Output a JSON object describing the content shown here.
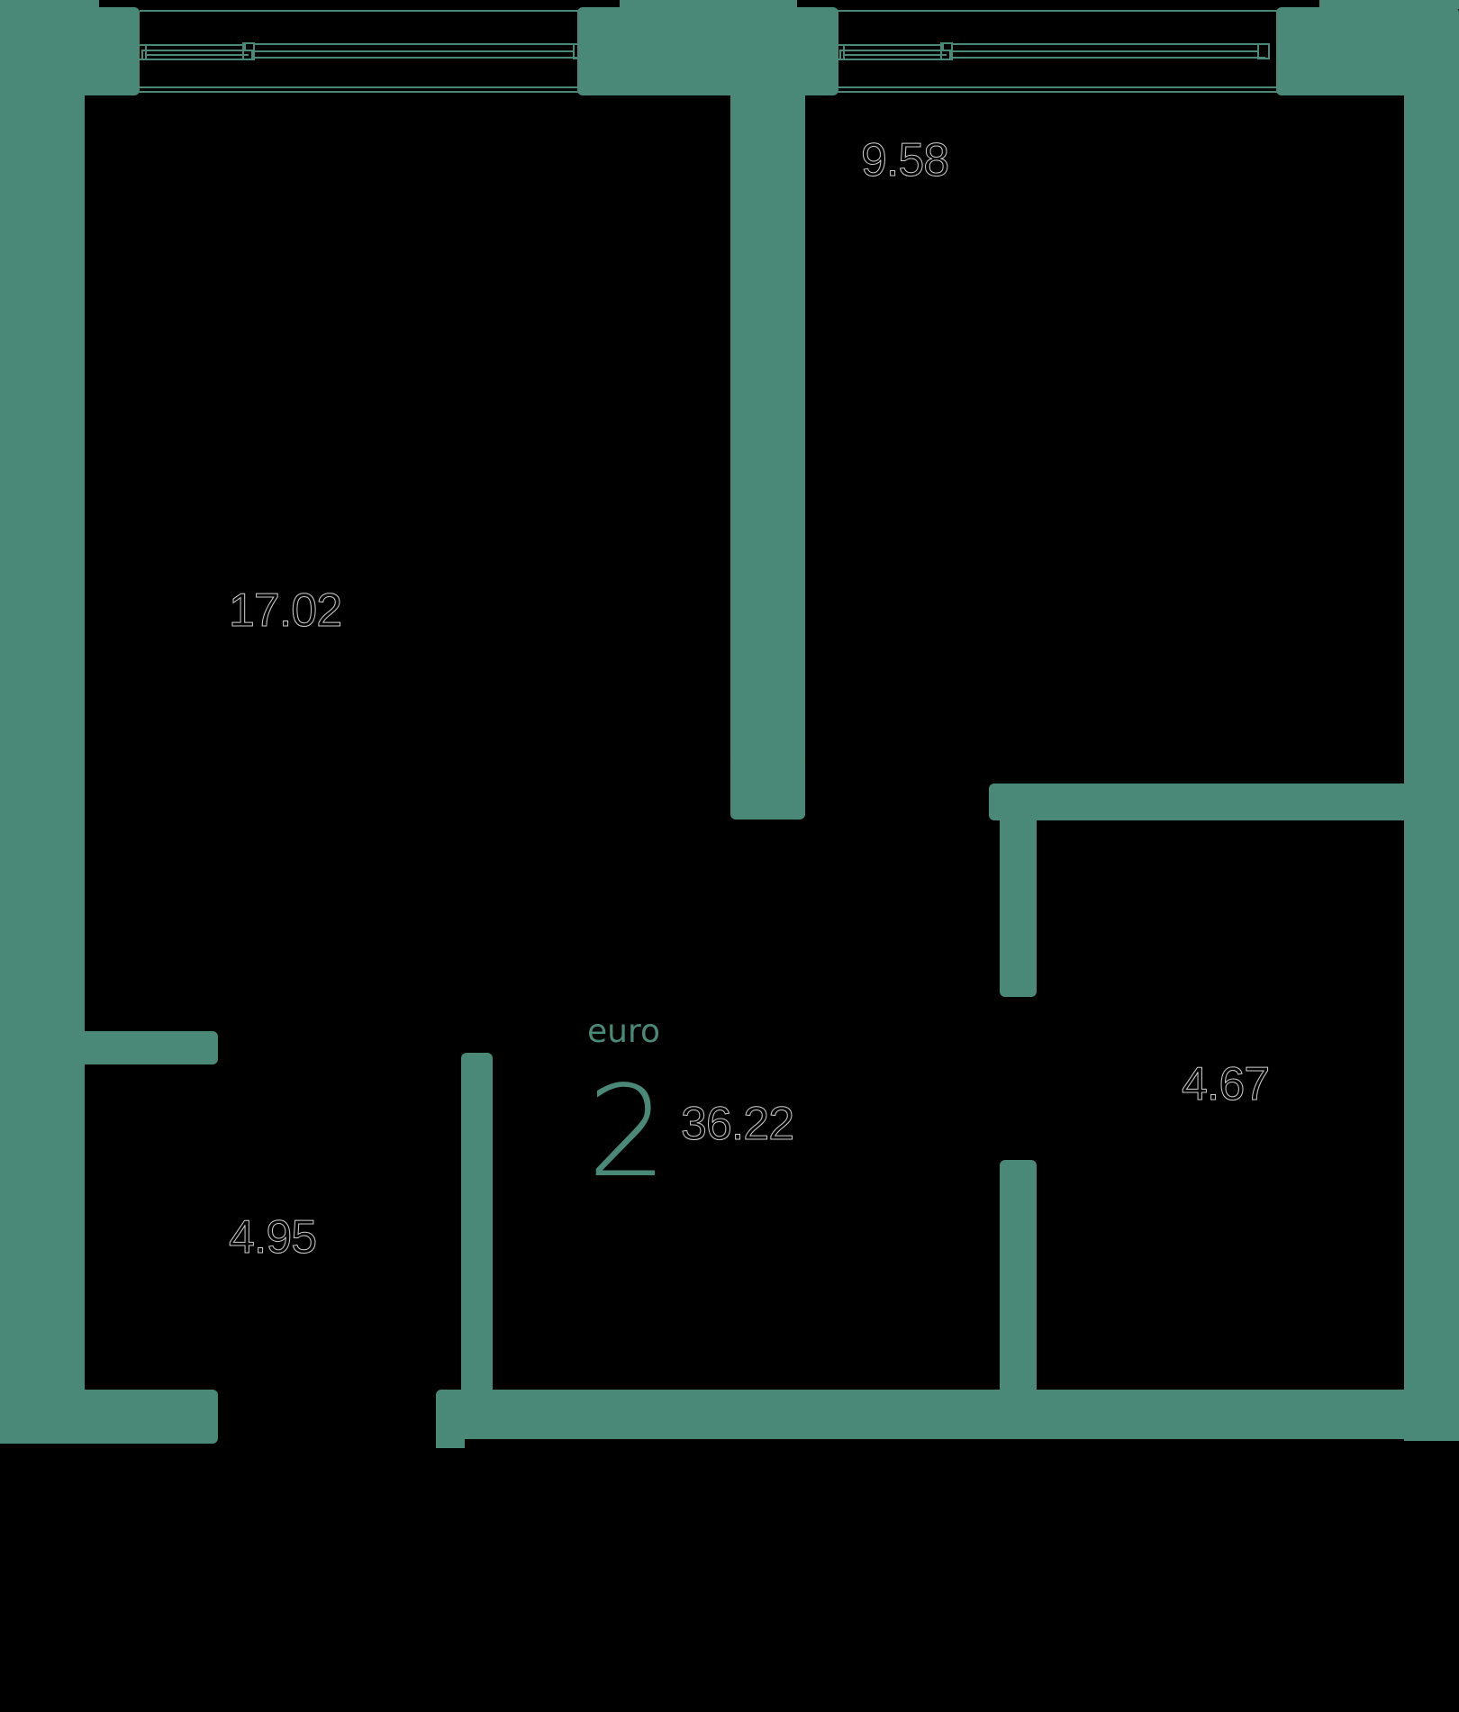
{
  "plan": {
    "type_label": "euro",
    "rooms_count": "2",
    "total_area": "36.22",
    "rooms": [
      {
        "id": "living-room",
        "area": "17.02"
      },
      {
        "id": "bedroom",
        "area": "9.58"
      },
      {
        "id": "bathroom",
        "area": "4.67"
      },
      {
        "id": "hallway-storage",
        "area": "4.95"
      }
    ]
  },
  "colors": {
    "wall": "#4a8877",
    "background": "#000000",
    "area_text_outline": "#cfcfcf"
  }
}
